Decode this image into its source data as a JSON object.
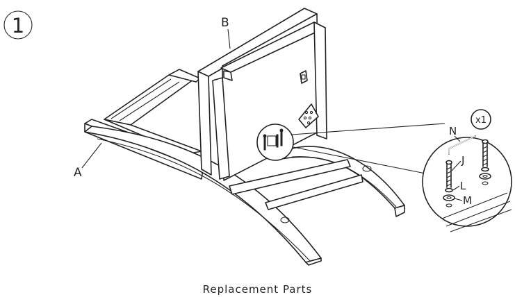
{
  "step": {
    "number": "1"
  },
  "parts": {
    "a": "A",
    "b": "B"
  },
  "hardware": {
    "n": "N",
    "j": "J",
    "l": "L",
    "m": "M",
    "quantity": "x1"
  },
  "caption": "Replacement Parts"
}
